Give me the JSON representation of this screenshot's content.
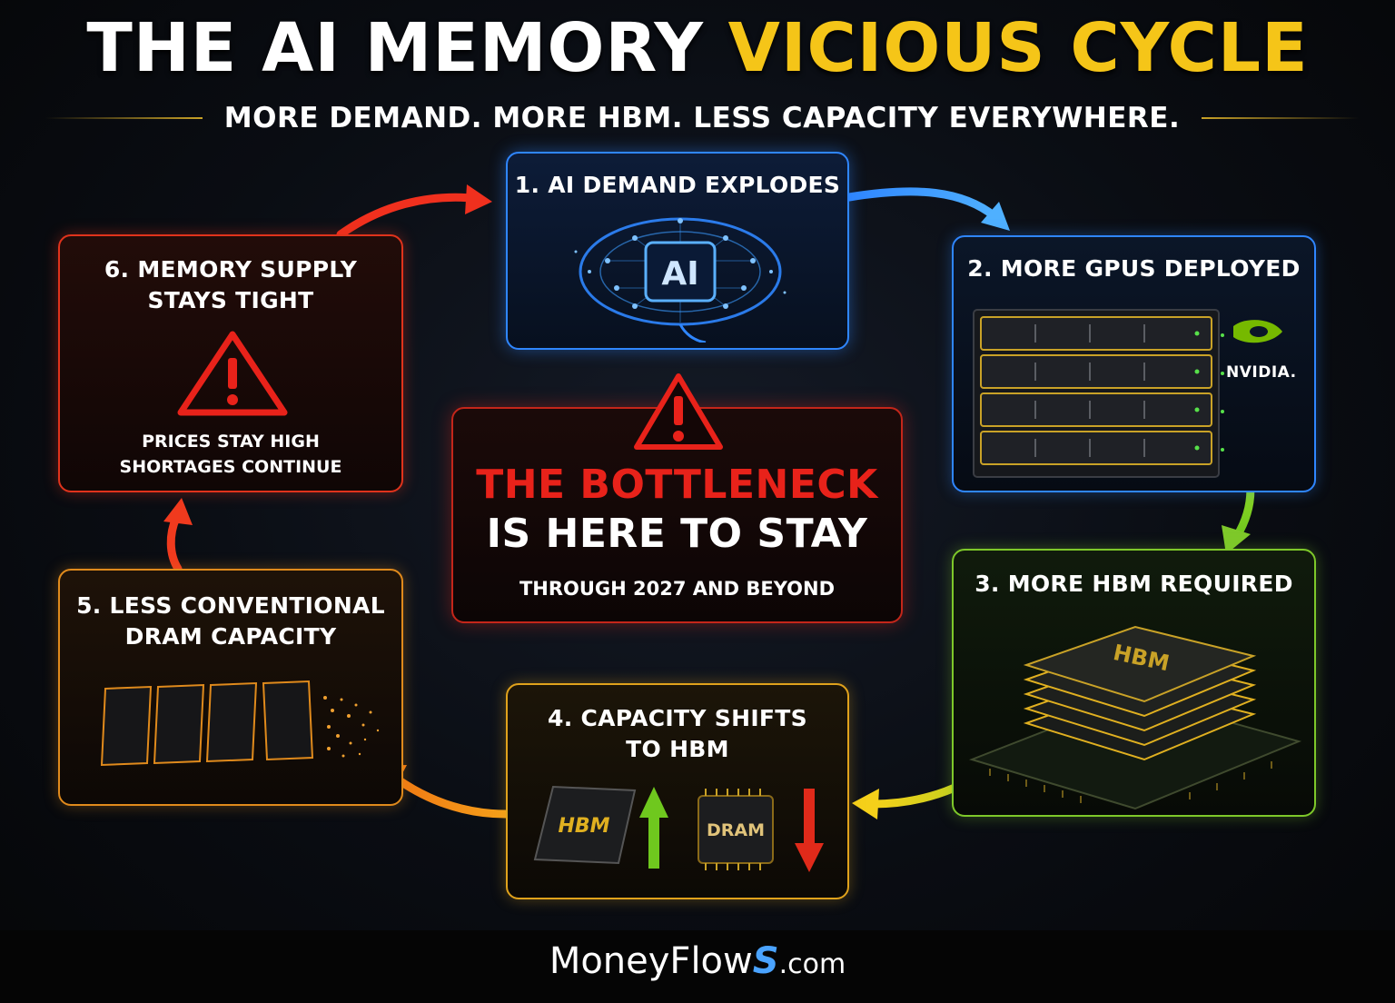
{
  "header": {
    "title_main": "THE AI MEMORY",
    "title_accent": "VICIOUS CYCLE",
    "subtitle": "MORE DEMAND. MORE HBM. LESS CAPACITY EVERYWHERE."
  },
  "steps": [
    {
      "title": "1. AI DEMAND EXPLODES",
      "badge": "AI",
      "color": "#2f86ff"
    },
    {
      "title": "2. MORE GPUS DEPLOYED",
      "brand": "NVIDIA.",
      "color": "#2f86ff"
    },
    {
      "title": "3. MORE HBM REQUIRED",
      "chip_label": "HBM",
      "color": "#7ec82a"
    },
    {
      "title_line1": "4. CAPACITY SHIFTS",
      "title_line2": "TO HBM",
      "chip_a": "HBM",
      "chip_b": "DRAM",
      "color": "#e0a21c"
    },
    {
      "title_line1": "5. LESS CONVENTIONAL",
      "title_line2": "DRAM CAPACITY",
      "color": "#e08a1c"
    },
    {
      "title_line1": "6. MEMORY SUPPLY",
      "title_line2": "STAYS TIGHT",
      "note_line1": "PRICES STAY HIGH",
      "note_line2": "SHORTAGES CONTINUE",
      "color": "#e0331c"
    }
  ],
  "center": {
    "line1": "THE BOTTLENECK",
    "line2": "IS HERE TO STAY",
    "line3": "THROUGH 2027 AND BEYOND"
  },
  "footer": {
    "brand_a": "MoneyFlow",
    "brand_s": "S",
    "brand_dom": ".com"
  }
}
